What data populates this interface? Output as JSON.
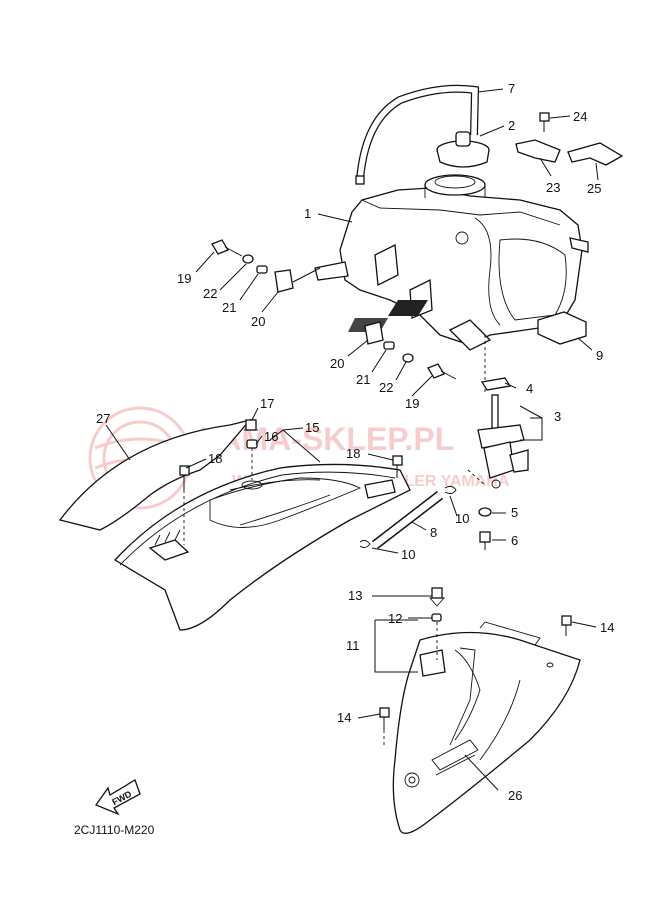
{
  "watermark": {
    "brand": "YAMA-SKLEP.PL",
    "tagline": "WIĘCEJ CZĘŚCI? DEALER YAMAHA",
    "color": "#e04a4a"
  },
  "diagram_code": "2CJ1110-M220",
  "fwd_label": "FWD",
  "callouts": {
    "c1": "1",
    "c2": "2",
    "c3": "3",
    "c4": "4",
    "c5": "5",
    "c6": "6",
    "c7": "7",
    "c8": "8",
    "c9": "9",
    "c10a": "10",
    "c10b": "10",
    "c11": "11",
    "c12": "12",
    "c13": "13",
    "c14a": "14",
    "c14b": "14",
    "c15": "15",
    "c16": "16",
    "c17": "17",
    "c18a": "18",
    "c18b": "18",
    "c19a": "19",
    "c19b": "19",
    "c20a": "20",
    "c20b": "20",
    "c21a": "21",
    "c21b": "21",
    "c22a": "22",
    "c22b": "22",
    "c23": "23",
    "c24": "24",
    "c25": "25",
    "c26": "26",
    "c27": "27"
  }
}
